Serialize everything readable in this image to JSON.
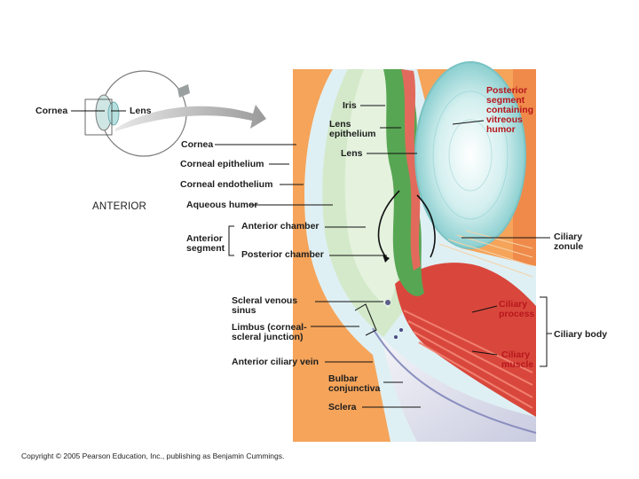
{
  "labels": {
    "cornea_small": "Cornea",
    "lens_small": "Lens",
    "anterior": "ANTERIOR",
    "cornea": "Cornea",
    "corneal_epithelium": "Corneal epithelium",
    "corneal_endothelium": "Corneal endothelium",
    "aqueous_humor": "Aqueous humor",
    "anterior_segment": "Anterior\nsegment",
    "anterior_chamber": "Anterior chamber",
    "posterior_chamber": "Posterior chamber",
    "scleral_venous_sinus": "Scleral venous\nsinus",
    "limbus": "Limbus (corneal-\nscleral junction)",
    "anterior_ciliary_vein": "Anterior ciliary vein",
    "bulbar_conjunctiva": "Bulbar\nconjunctiva",
    "sclera": "Sclera",
    "iris": "Iris",
    "lens_epithelium": "Lens\nepithelium",
    "lens": "Lens",
    "posterior_segment": "Posterior\nsegment\ncontaining\nvitreous\nhumor",
    "ciliary_zonule": "Ciliary\nzonule",
    "ciliary_process": "Ciliary\nprocess",
    "ciliary_muscle": "Ciliary\nmuscle",
    "ciliary_body": "Ciliary body"
  },
  "copyright": "Copyright © 2005 Pearson Education, Inc., publishing as Benjamin Cummings.",
  "colors": {
    "vitreous": "#f5a45a",
    "sclera_outer": "#e8743c",
    "cornea_green": "#d9ecd8",
    "aqueous": "#e4f2e8",
    "lens_cyan": "#bfe6e6",
    "iris_green": "#57a653",
    "muscle_red": "#d9473c",
    "label_red": "#b7161b"
  }
}
